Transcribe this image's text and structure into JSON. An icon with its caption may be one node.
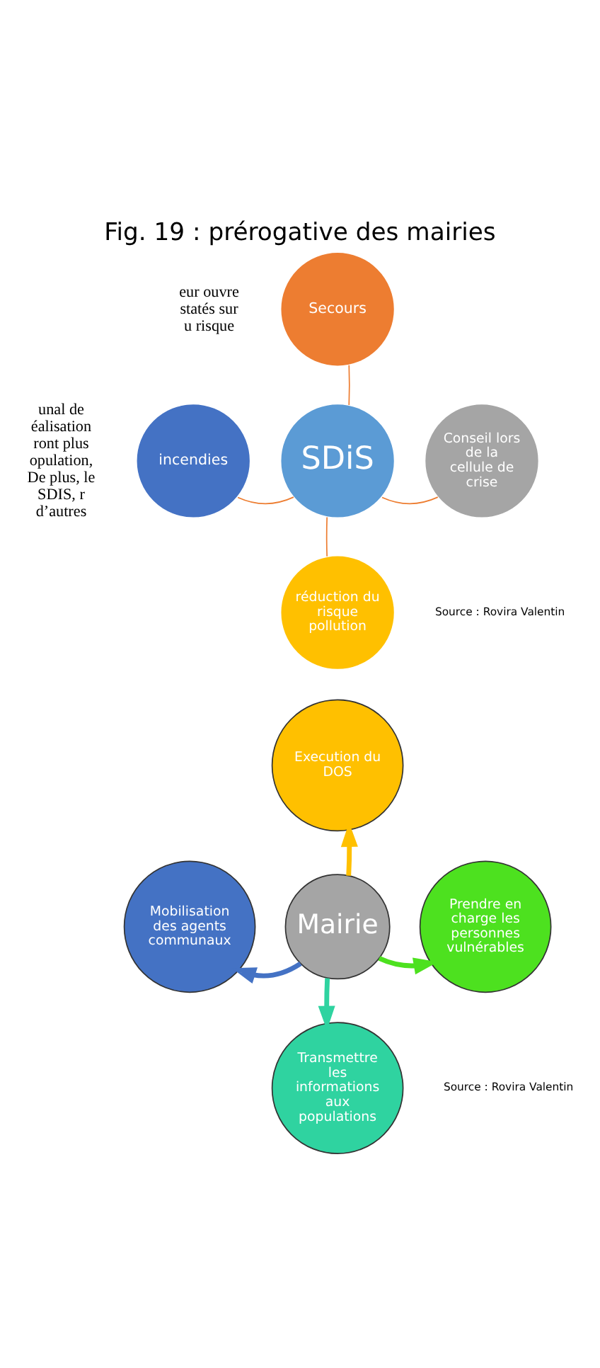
{
  "diagram": {
    "title": "Fig. 19 : prérogative des mairies",
    "nodes": [
      {
        "text": [
          "Secours"
        ]
      },
      {
        "text": [
          "incendies"
        ]
      },
      {
        "text": [
          "SDiS"
        ]
      },
      {
        "text": [
          "Conseil lors de la cellule de crise"
        ]
      },
      {
        "text": [
          "réduction du risque pollution"
        ]
      },
      {
        "text": [
          "Execution du DOS"
        ]
      },
      {
        "text": [
          "Mobilisation des agents communaux"
        ]
      },
      {
        "text": [
          "Mairie"
        ]
      },
      {
        "text": [
          "Prendre en charge les personnes vulnérables"
        ]
      },
      {
        "text": [
          "Transmettre les informations aux populations"
        ]
      }
    ],
    "edges": [
      {
        "from": 2,
        "to": 0,
        "arrow": "none",
        "color": "#ed7d31"
      },
      {
        "from": 2,
        "to": 1,
        "arrow": "none",
        "color": "#ed7d31"
      },
      {
        "from": 2,
        "to": 3,
        "arrow": "none",
        "color": "#ed7d31"
      },
      {
        "from": 2,
        "to": 4,
        "arrow": "none",
        "color": "#ed7d31"
      },
      {
        "from": 7,
        "to": 5,
        "arrow": "to",
        "style": "thick",
        "color": "#ffc000"
      },
      {
        "from": 7,
        "to": 6,
        "arrow": "to",
        "style": "thick",
        "color": "#4472c4"
      },
      {
        "from": 7,
        "to": 8,
        "arrow": "to",
        "style": "thick",
        "color": "#4de11f"
      },
      {
        "from": 7,
        "to": 9,
        "arrow": "to",
        "style": "thick",
        "color": "#2fd3a0"
      }
    ],
    "labels": [
      "eur ouvre statés sur u risque",
      "unal de éalisation ront plus opulation, De plus, le SDIS, r d’autres",
      "Source : Rovira Valentin",
      "Source : Rovira Valentin"
    ]
  }
}
